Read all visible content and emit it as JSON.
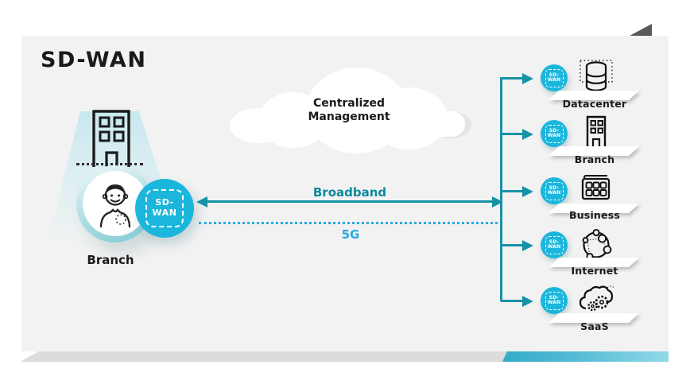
{
  "title": "SD-WAN",
  "cloud": {
    "line1": "Centralized",
    "line2": "Management"
  },
  "badge": {
    "line1": "SD-",
    "line2": "WAN",
    "icon": "sd-wan-badge-icon"
  },
  "left_node": {
    "label": "Branch",
    "icons": [
      "office-building-icon",
      "person-icon"
    ]
  },
  "links": {
    "broadband": "Broadband",
    "fiveg": "5G"
  },
  "right_nodes": [
    {
      "label": "Datacenter",
      "icon": "database-icon"
    },
    {
      "label": "Branch",
      "icon": "building-icon"
    },
    {
      "label": "Business",
      "icon": "keypad-icon"
    },
    {
      "label": "Internet",
      "icon": "network-globe-icon"
    },
    {
      "label": "SaaS",
      "icon": "cloud-gears-icon"
    }
  ],
  "colors": {
    "canvas_bg": "#f2f2f2",
    "dark_teal_lines": "#1592a7",
    "broadband_text": "#0e879c",
    "bright_teal": "#1bb6dc",
    "light_cyan_5g": "#29abe2",
    "band_gray": "#dcdcdc",
    "corner_triangle": "#58595b",
    "ink": "#1a1a1a"
  }
}
